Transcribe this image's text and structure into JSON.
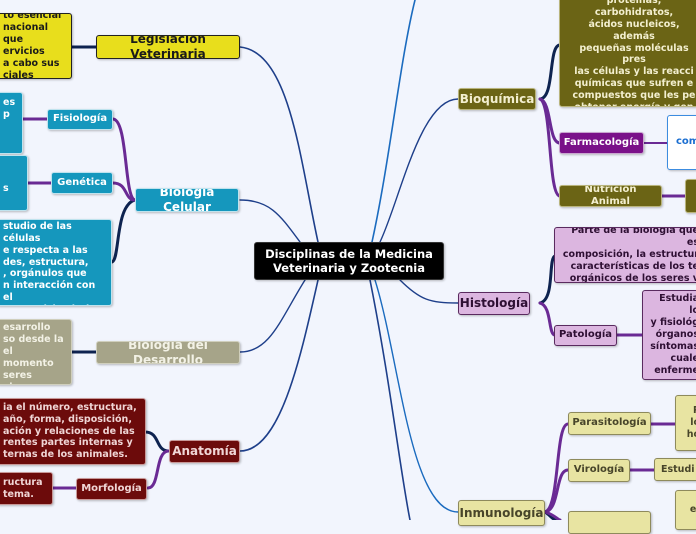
{
  "root": {
    "label": "Disciplinas de la Medicina\nVeterinaria y Zootecnia"
  },
  "left_branches": {
    "legislacion": {
      "label": "Legislación Veterinaria",
      "desc": "to esencial\nnacional que\nervicios\na cabo sus\nciales"
    },
    "biologia_celular": {
      "label": "Biología Celular",
      "desc": "académica que se\nstudio de las células\ne respecta a las\ndes, estructura,\n, orgánulos que\nn interacción con el\ne y su ciclo vital.",
      "children": [
        {
          "label": "Fisiología",
          "desc": "es\np"
        },
        {
          "label": "Genética",
          "desc": "\ns"
        }
      ]
    },
    "biologia_desarrollo": {
      "label": "Biología del Desarrollo",
      "desc": "cudiar la\nesarrollo\nso desde la\nel momento\n seres vivos."
    },
    "anatomia": {
      "label": "Anatomía",
      "desc": "ia el número, estructura,\naño, forma, disposición,\nación y relaciones de las\nrentes partes internas y\nternas de los animales.",
      "children": [
        {
          "label": "Morfología",
          "desc": "ructura\ntema."
        }
      ]
    }
  },
  "right_branches": {
    "bioquimica": {
      "label": "Bioquímica",
      "desc": "los seres vivos, especialm\nproteinas, carbohidratos,\nácidos nucleicos, además\npequeñas moléculas pres\nlas células y las reacci\nquímicas que sufren e\ncompuestos  que les pe\nobtener energía y gen\nbiomoléculas propi",
      "children": [
        {
          "label": "Farmacología",
          "desc": "com"
        },
        {
          "label": "Nutrición Animal",
          "desc": ""
        }
      ]
    },
    "histologia": {
      "label": "Histología",
      "desc": "Parte de la biología que es\ncomposición, la estructur\ncaracterísticas de los te\norgánicos de los seres v",
      "children": [
        {
          "label": "Patología",
          "desc": "Estudia lo\ny fisiológ\nórganos\nsíntomas\ncuale\nenferme"
        }
      ]
    },
    "inmunologia": {
      "label": "Inmunología",
      "children": [
        {
          "label": "Parasitología",
          "desc": "P\nlo\nho"
        },
        {
          "label": "Virología",
          "desc": "Estudi"
        },
        {
          "label": "",
          "desc": "es"
        }
      ]
    }
  }
}
